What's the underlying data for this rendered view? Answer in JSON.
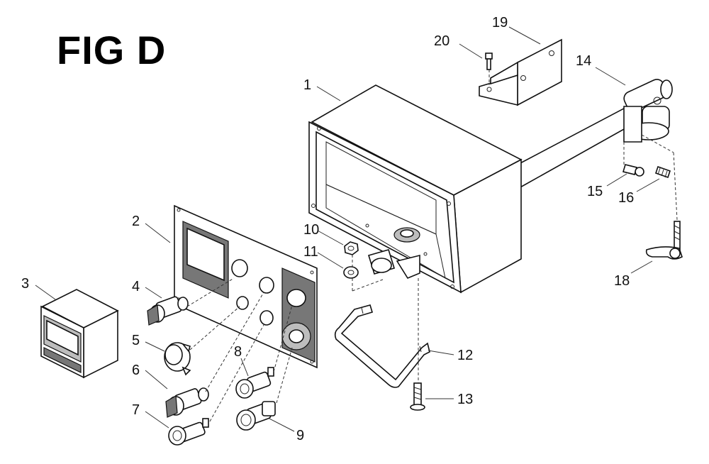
{
  "figure": {
    "title": "FIG D",
    "callouts": [
      "1",
      "2",
      "3",
      "4",
      "5",
      "6",
      "7",
      "8",
      "9",
      "10",
      "11",
      "12",
      "13",
      "14",
      "15",
      "16",
      "18",
      "19",
      "20"
    ]
  }
}
